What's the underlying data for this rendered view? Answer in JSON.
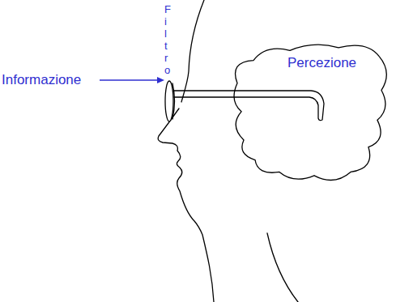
{
  "diagram": {
    "nodes": [
      {
        "text": [
          "Percezione"
        ]
      }
    ],
    "labels": [
      "Informazione",
      "Filtro"
    ]
  }
}
